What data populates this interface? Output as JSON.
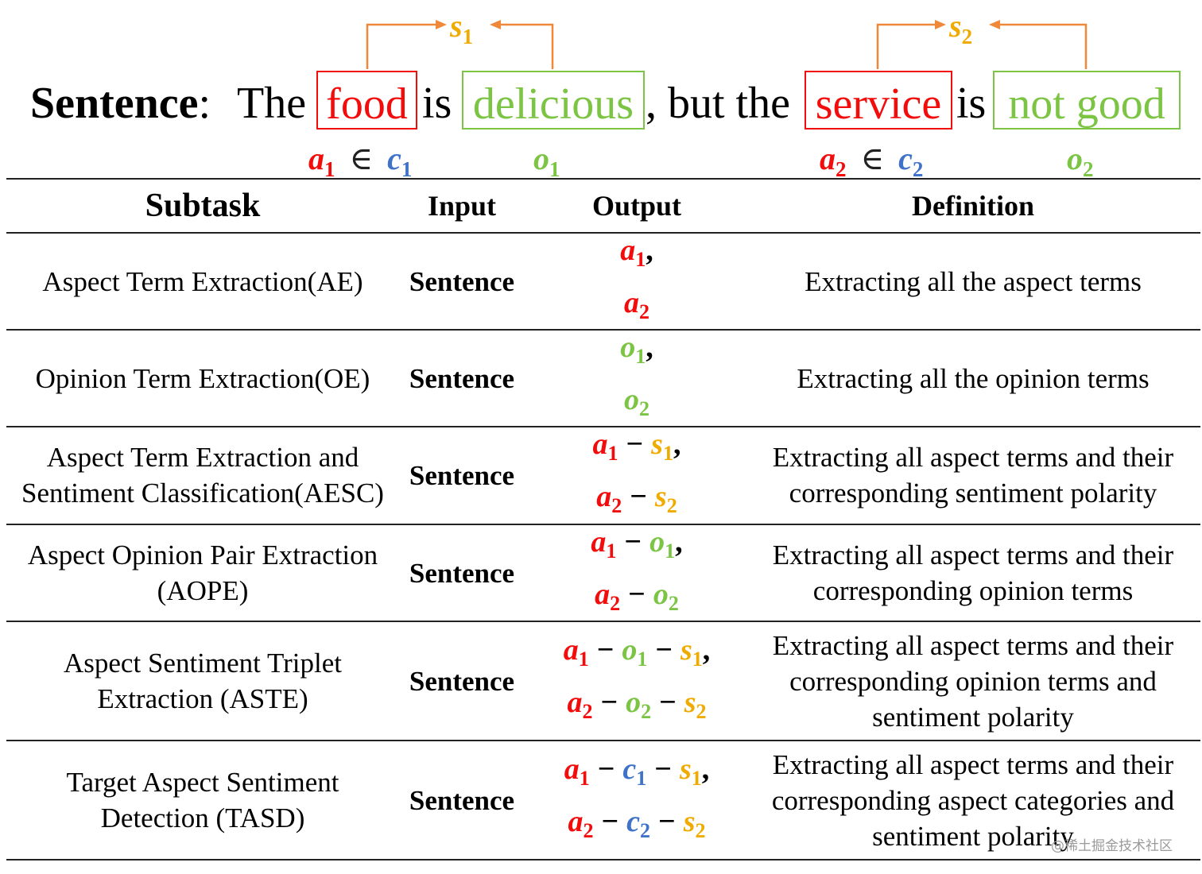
{
  "sentence": {
    "label": "Sentence",
    "colon": ":",
    "the": "The",
    "food": "food",
    "is1": "is",
    "delicious": "delicious",
    "but_the": ", but the",
    "service": "service",
    "is2": "is",
    "not_good": "not good"
  },
  "annotations": {
    "a": "a",
    "o": "o",
    "c": "c",
    "s": "s",
    "sub1": "1",
    "sub2": "2",
    "in": "∈"
  },
  "colors": {
    "aspect": "#f20c0c",
    "opinion": "#7cc444",
    "category": "#3f72c9",
    "sentiment": "#f0ab00",
    "arrow": "#f0883a"
  },
  "table": {
    "headers": {
      "subtask": "Subtask",
      "input": "Input",
      "output": "Output",
      "definition": "Definition"
    },
    "rows": [
      {
        "subtask": [
          "Aspect Term Extraction(AE)"
        ],
        "input": "Sentence",
        "definition": [
          "Extracting all the aspect terms"
        ]
      },
      {
        "subtask": [
          "Opinion Term Extraction(OE)"
        ],
        "input": "Sentence",
        "definition": [
          "Extracting all the opinion terms"
        ]
      },
      {
        "subtask": [
          "Aspect Term Extraction and",
          "Sentiment Classification(AESC)"
        ],
        "input": "Sentence",
        "definition": [
          "Extracting all aspect terms and their",
          "corresponding sentiment polarity"
        ]
      },
      {
        "subtask": [
          "Aspect Opinion Pair Extraction",
          "(AOPE)"
        ],
        "input": "Sentence",
        "definition": [
          "Extracting all aspect terms and their",
          "corresponding opinion terms"
        ]
      },
      {
        "subtask": [
          "Aspect Sentiment Triplet",
          "Extraction (ASTE)"
        ],
        "input": "Sentence",
        "definition": [
          "Extracting all aspect terms and their",
          "corresponding opinion terms and",
          "sentiment polarity"
        ]
      },
      {
        "subtask": [
          "Target Aspect Sentiment",
          "Detection (TASD)"
        ],
        "input": "Sentence",
        "definition": [
          "Extracting all aspect terms and their",
          "corresponding aspect categories and",
          "sentiment polarity"
        ]
      }
    ],
    "output_symbols": {
      "dash": "−",
      "comma": ","
    }
  },
  "watermark": "@稀土掘金技术社区"
}
